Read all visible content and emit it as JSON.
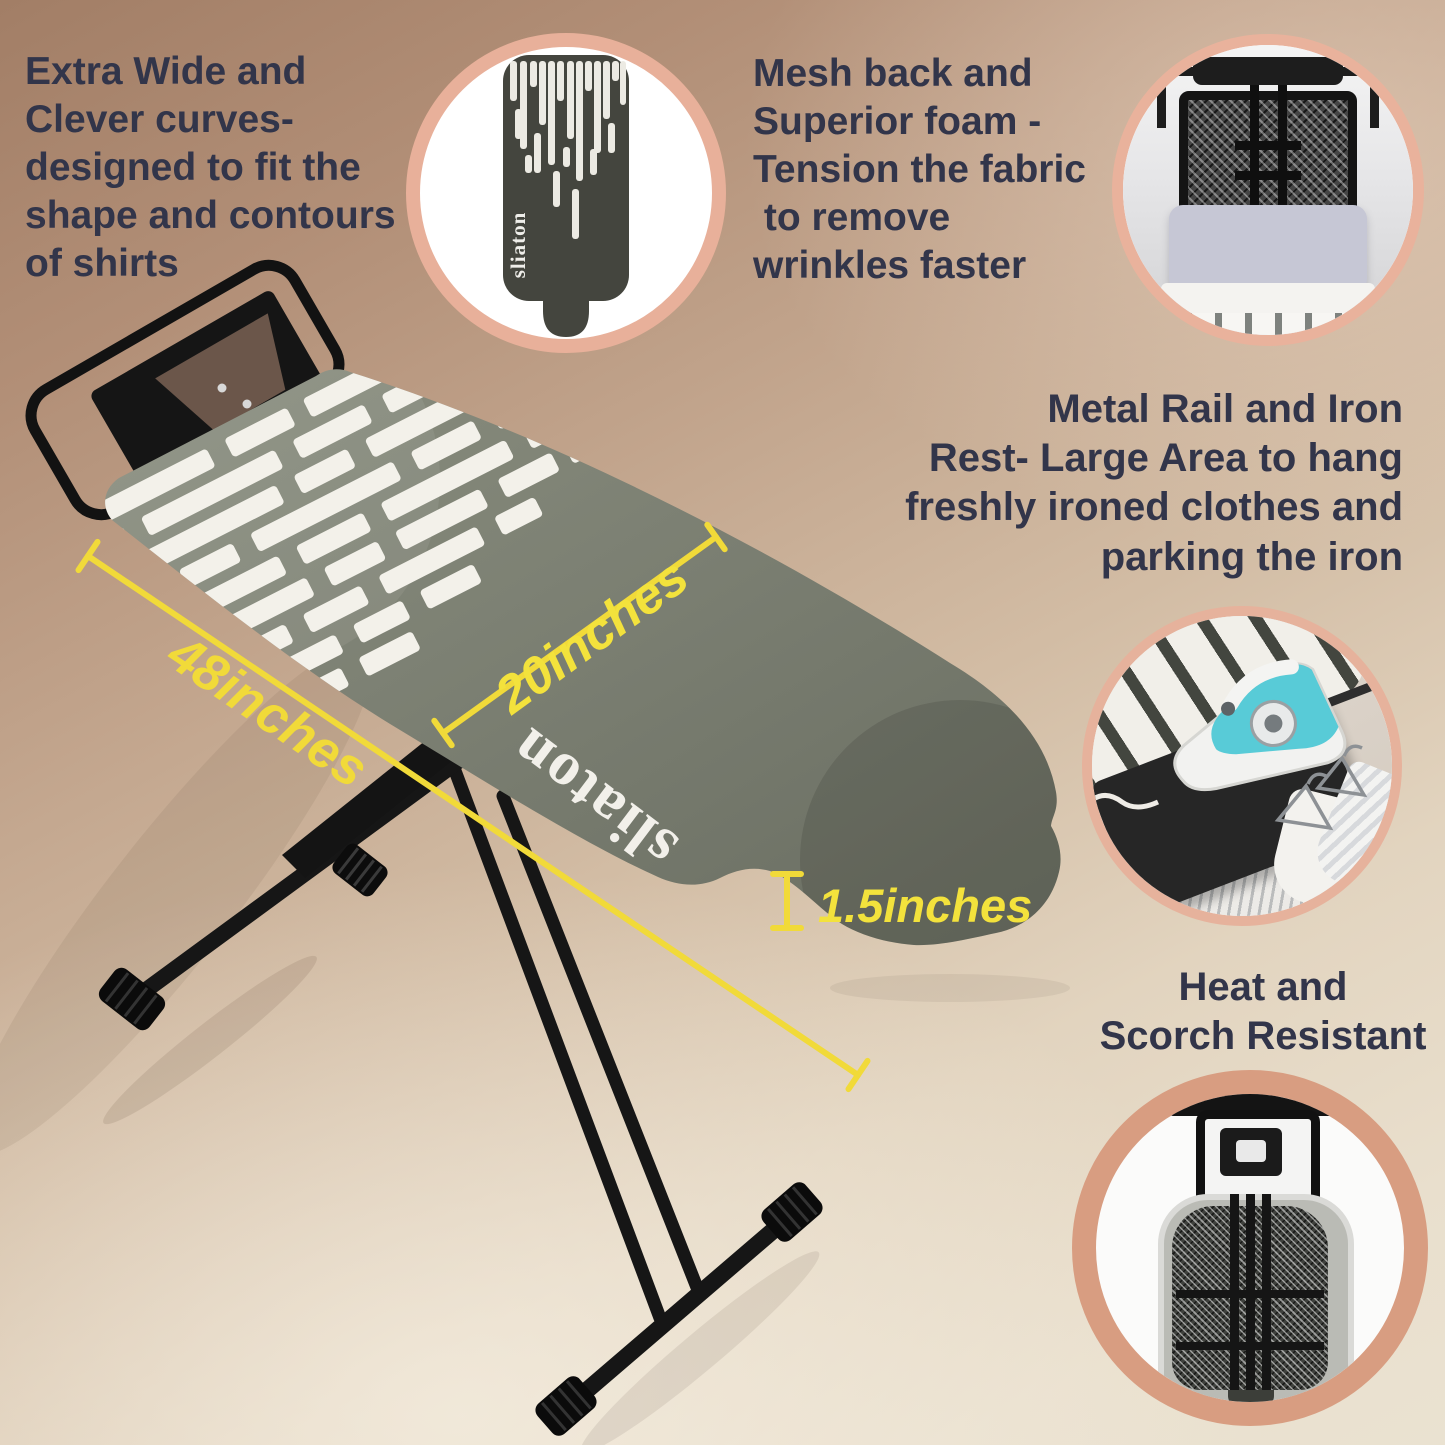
{
  "colors": {
    "background_top": "#a27e66",
    "background_bottom": "#eae2d1",
    "text": "#32354a",
    "accent_yellow": "#f1da39",
    "ring_salmon": "#e9b29c",
    "ring_salmon_thick": "#d89d81",
    "board_olive": "#7a7e71",
    "pattern_white": "#f3f1ea",
    "frame_black": "#141414",
    "iron_teal": "#4cc8d5"
  },
  "brand": {
    "name": "sliaton"
  },
  "callouts": {
    "extra_wide": "Extra Wide and\nClever curves-\ndesigned to fit the\nshape and contours\nof shirts",
    "mesh_back": "Mesh back and\nSuperior foam -\nTension the fabric\n to remove\nwrinkles faster",
    "metal_rail": "Metal Rail and Iron\nRest- Large Area to hang\nfreshly ironed clothes and\nparking the iron",
    "heat_scorch": "Heat and\nScorch Resistant"
  },
  "dimensions": {
    "length": "48inches",
    "width": "20inches",
    "thickness": "1.5inches"
  }
}
